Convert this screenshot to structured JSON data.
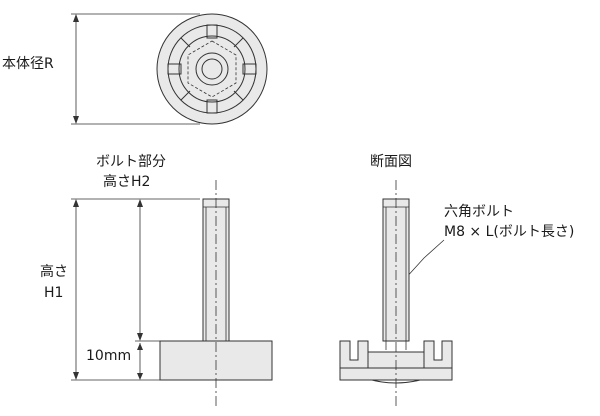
{
  "top_view": {
    "diameter_label": "本体径R"
  },
  "side_view": {
    "bolt_part_label_line1": "ボルト部分",
    "bolt_part_label_line2": "高さH2",
    "height_label_line1": "高さ",
    "height_label_line2": "H1",
    "base_height_label": "10mm"
  },
  "section_view": {
    "title": "断面図",
    "bolt_label_line1": "六角ボルト",
    "bolt_label_line2": "M8 × L(ボルト長さ)"
  }
}
